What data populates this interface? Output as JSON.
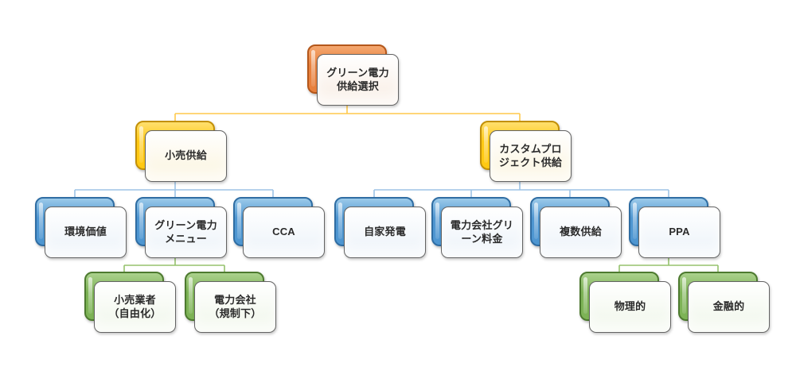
{
  "diagram": {
    "type": "hierarchy-tree",
    "palette": {
      "orange": {
        "fill": "#E8803C",
        "fill_light": "#F4A76F",
        "border": "#B4571B",
        "front": "#F8ECE2",
        "connector": "#FFC94B"
      },
      "yellow": {
        "fill": "#FFC913",
        "fill_light": "#FFDF6E",
        "border": "#C29008",
        "front": "#FBF4DC",
        "connector": "#FFC94B"
      },
      "blue": {
        "fill": "#4E96D1",
        "fill_light": "#9CCAEA",
        "border": "#2F6DA3",
        "front": "#EBF2F9",
        "connector": "#9DC3E6"
      },
      "green": {
        "fill": "#7DB356",
        "fill_light": "#ABD18C",
        "border": "#4D7A2F",
        "front": "#EFF6E9",
        "connector": "#95C26D"
      }
    },
    "nodes": [
      {
        "id": "green-power-supply-selection",
        "label": "グリーン電力\n供給選択",
        "level": "orange",
        "parent": null
      },
      {
        "id": "retail-supply",
        "label": "小売供給",
        "level": "yellow",
        "parent": "green-power-supply-selection"
      },
      {
        "id": "custom-project-supply",
        "label": "カスタムプロ\nジェクト供給",
        "level": "yellow",
        "parent": "green-power-supply-selection"
      },
      {
        "id": "environmental-value",
        "label": "環境価値",
        "level": "blue",
        "parent": "retail-supply"
      },
      {
        "id": "green-power-menu",
        "label": "グリーン電力\nメニュー",
        "level": "blue",
        "parent": "retail-supply"
      },
      {
        "id": "cca",
        "label": "CCA",
        "level": "blue",
        "parent": "retail-supply"
      },
      {
        "id": "self-generation",
        "label": "自家発電",
        "level": "blue",
        "parent": "custom-project-supply"
      },
      {
        "id": "utility-green-tariff",
        "label": "電力会社グリ\nーン料金",
        "level": "blue",
        "parent": "custom-project-supply"
      },
      {
        "id": "multiple-supply",
        "label": "複数供給",
        "level": "blue",
        "parent": "custom-project-supply"
      },
      {
        "id": "ppa",
        "label": "PPA",
        "level": "blue",
        "parent": "custom-project-supply"
      },
      {
        "id": "retailer-liberalized",
        "label": "小売業者\n（自由化）",
        "level": "green",
        "parent": "green-power-menu"
      },
      {
        "id": "utility-regulated",
        "label": "電力会社\n（規制下）",
        "level": "green",
        "parent": "green-power-menu"
      },
      {
        "id": "physical",
        "label": "物理的",
        "level": "green",
        "parent": "ppa"
      },
      {
        "id": "financial",
        "label": "金融的",
        "level": "green",
        "parent": "ppa"
      }
    ]
  }
}
